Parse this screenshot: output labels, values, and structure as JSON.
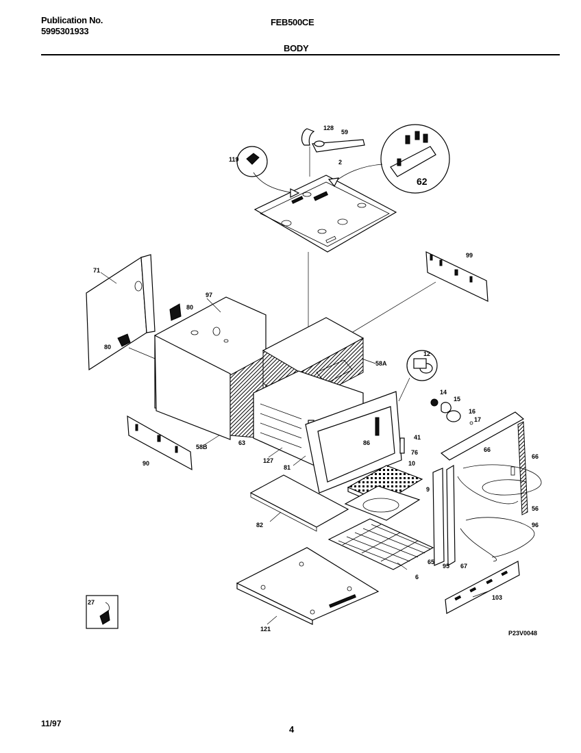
{
  "header": {
    "publication_label": "Publication No.",
    "publication_number": "5995301933",
    "model": "FEB500CE",
    "section": "BODY"
  },
  "footer": {
    "date": "11/97",
    "page_number": "4"
  },
  "diagram": {
    "figure_code": "P23V0048",
    "part_labels": {
      "p128": "128",
      "p59": "59",
      "p119": "119",
      "p2": "2",
      "p62": "62",
      "p71": "71",
      "p97": "97",
      "p80a": "80",
      "p80b": "80",
      "p99": "99",
      "p58a": "58A",
      "p12": "12",
      "p14": "14",
      "p15": "15",
      "p16": "16",
      "p17": "17",
      "p41": "41",
      "p76": "76",
      "p86": "86",
      "p90": "90",
      "p58b": "58B",
      "p63": "63",
      "p127": "127",
      "p81": "81",
      "p10": "10",
      "p9": "9",
      "p82": "82",
      "p66a": "66",
      "p66b": "66",
      "p56": "56",
      "p96": "96",
      "p6": "6",
      "p65": "65",
      "p95": "95",
      "p67": "67",
      "p103": "103",
      "p27": "27",
      "p121": "121"
    }
  }
}
